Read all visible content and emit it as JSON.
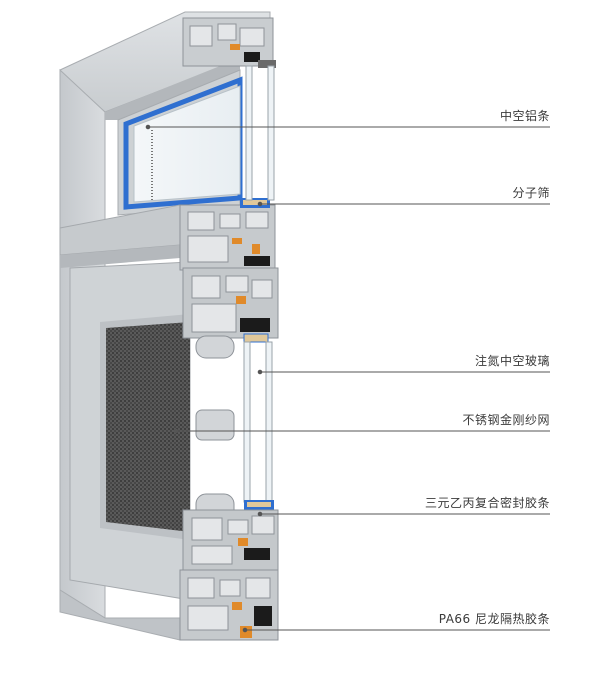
{
  "callouts": [
    {
      "id": "spacer",
      "label": "中空铝条"
    },
    {
      "id": "molecular-sieve",
      "label": "分子筛"
    },
    {
      "id": "argon-glass",
      "label": "注氮中空玻璃"
    },
    {
      "id": "steel-mesh",
      "label": "不锈钢金刚纱网"
    },
    {
      "id": "epdm-seal",
      "label": "三元乙丙复合密封胶条"
    },
    {
      "id": "pa66-strip",
      "label": "PA66 尼龙隔热胶条"
    }
  ],
  "colors": {
    "frame_light": "#d2d5d8",
    "frame_mid": "#b9bdc1",
    "frame_dark": "#8e9399",
    "spacer_blue": "#2f6fd0",
    "seal_black": "#1b1b1b",
    "thermal_orange": "#e08a2a",
    "mesh": "#4e4e4e",
    "glass": "#eef3f6",
    "leader_line": "#555555"
  }
}
